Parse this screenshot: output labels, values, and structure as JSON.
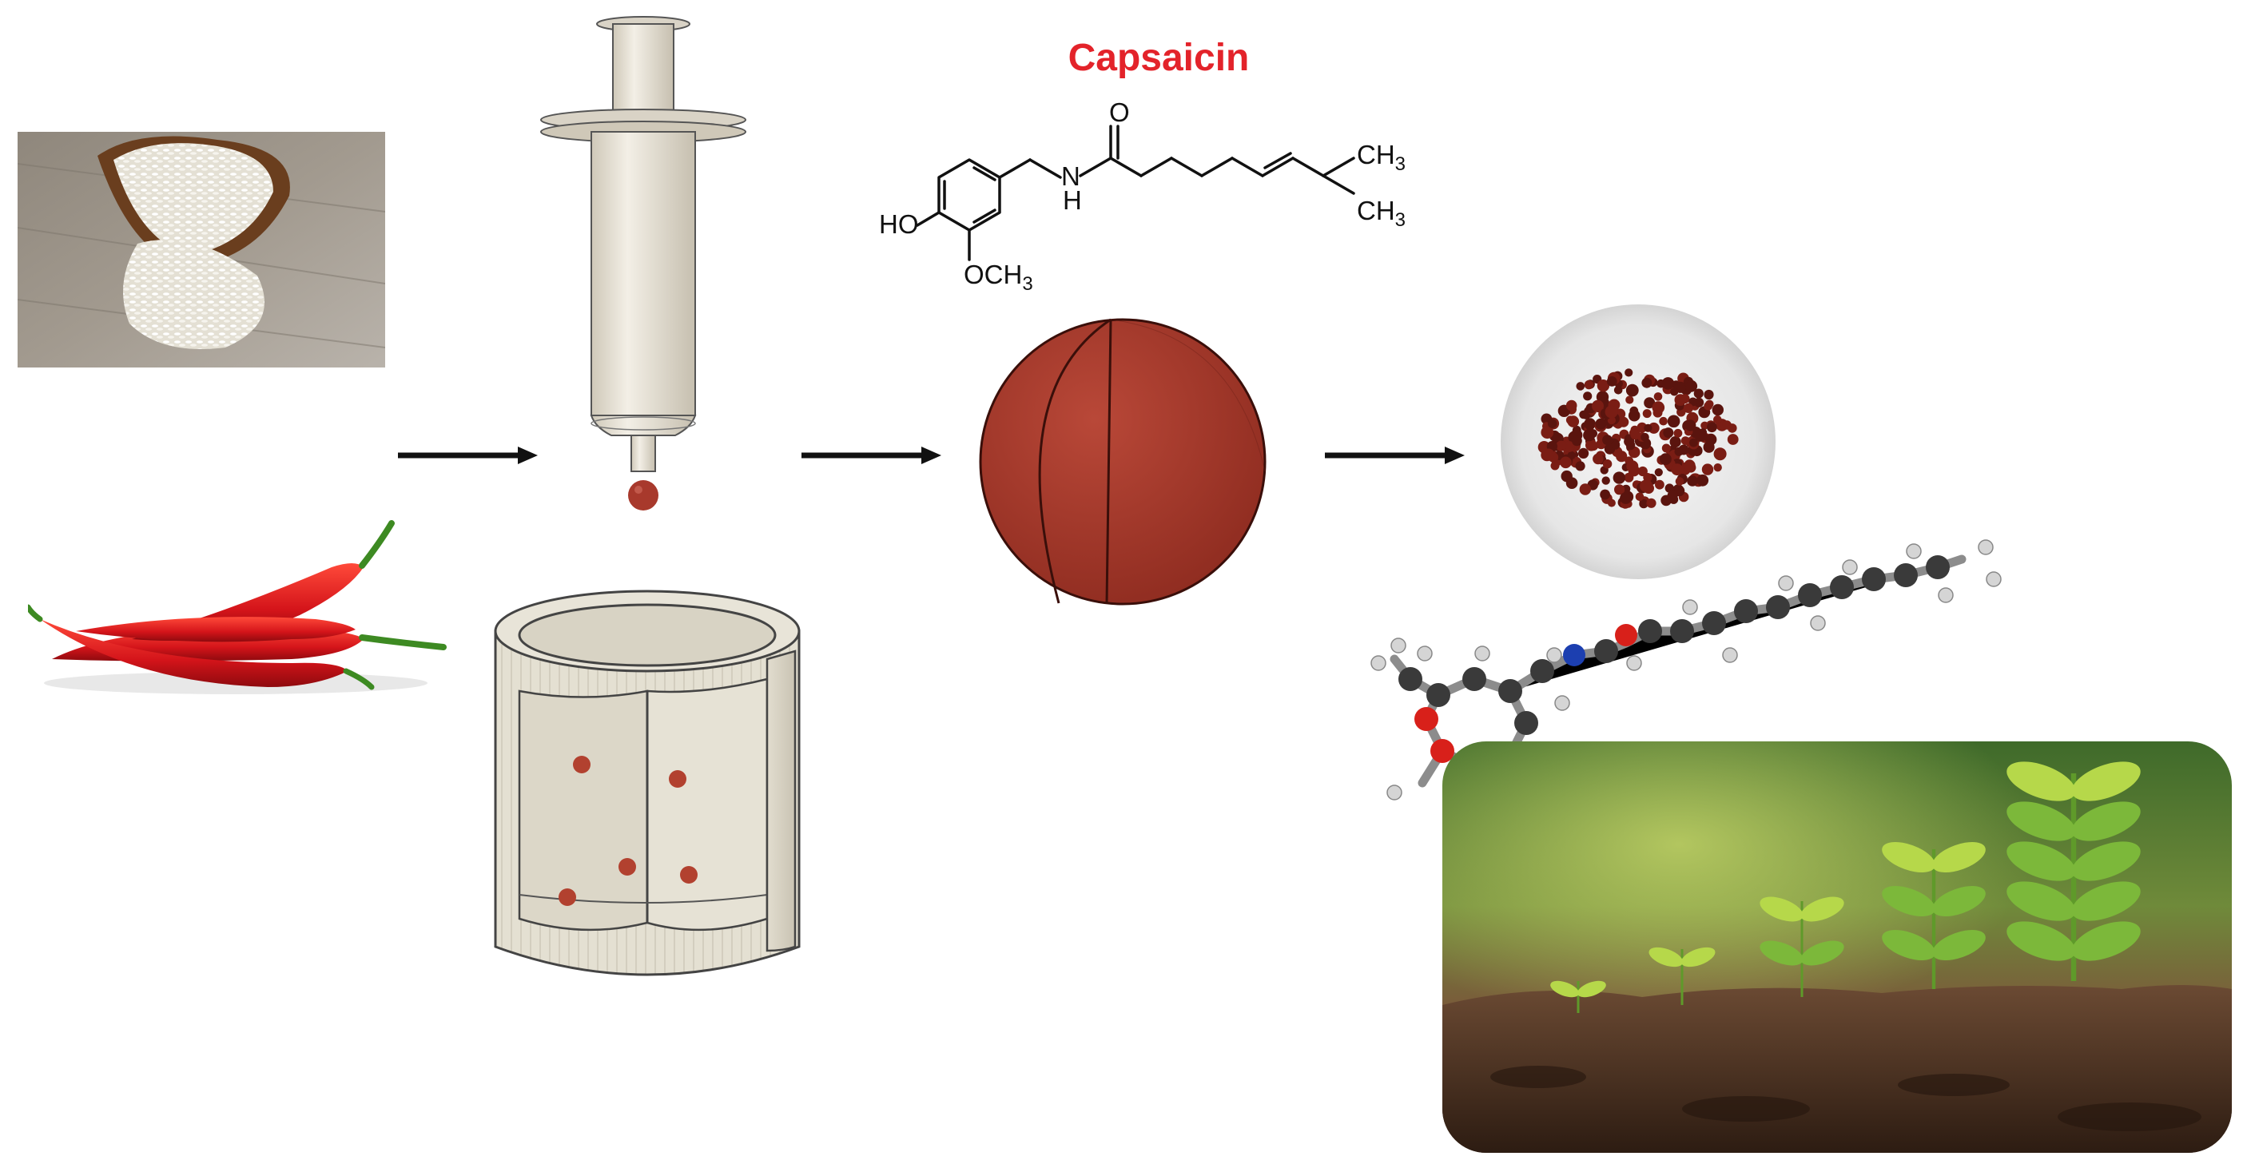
{
  "title": "Capsaicin",
  "structure_labels": {
    "oxygen": "O",
    "nitrogen": "N",
    "hydrogen": "H",
    "hydroxyl": "HO",
    "methoxy_prefix": "OCH",
    "methyl_a_prefix": "CH",
    "methyl_b_prefix": "CH",
    "subscript_3": "3"
  },
  "colors": {
    "title_red": "#e3232a",
    "bead_red": "#a8392c",
    "bead_dark": "#4a0f0a",
    "carbon": "#3a3a3a",
    "oxygen": "#d8201a",
    "nitrogen": "#1c3fb0",
    "hydrogen": "#d9d9d9"
  },
  "icons": [
    "rice-photo",
    "chili-peppers-photo",
    "syringe-icon",
    "cylinder-bath-icon",
    "capsule-bead-icon",
    "bead-pile-photo",
    "ball-and-stick-molecule",
    "seedlings-photo"
  ]
}
